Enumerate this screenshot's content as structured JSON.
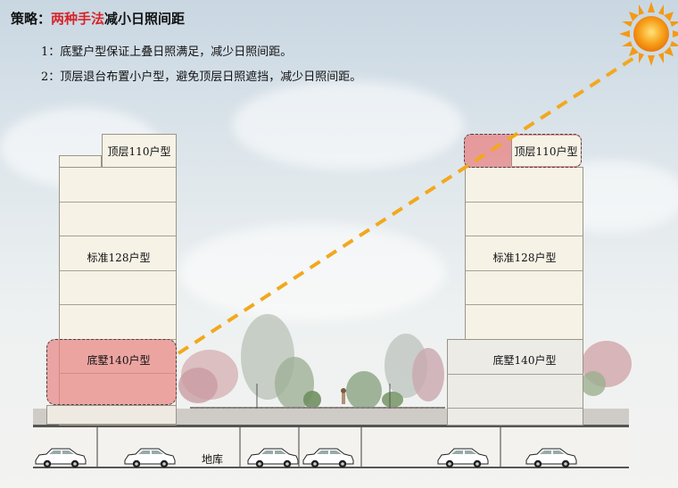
{
  "heading": {
    "prefix": "策略：",
    "highlight": "两种手法",
    "suffix": "减小日照间距"
  },
  "points": [
    "1：底墅户型保证上叠日照满足，减少日照间距。",
    "2：顶层退台布置小户型，避免顶层日照遮挡，减少日照间距。"
  ],
  "left_building": {
    "top_label": "顶层110户型",
    "middle_label": "标准128户型",
    "bottom_label": "底墅140户型"
  },
  "right_building": {
    "top_label": "顶层110户型",
    "middle_label": "标准128户型",
    "bottom_label": "底墅140户型"
  },
  "garage_label": "地库",
  "colors": {
    "highlight": "#d6242a",
    "pink_zone": "#e88585",
    "sun_ray": "#f2a81d",
    "building_fill": "#f6f2e6"
  },
  "icons": [
    "sun-icon",
    "car-icon",
    "tree-icon"
  ]
}
